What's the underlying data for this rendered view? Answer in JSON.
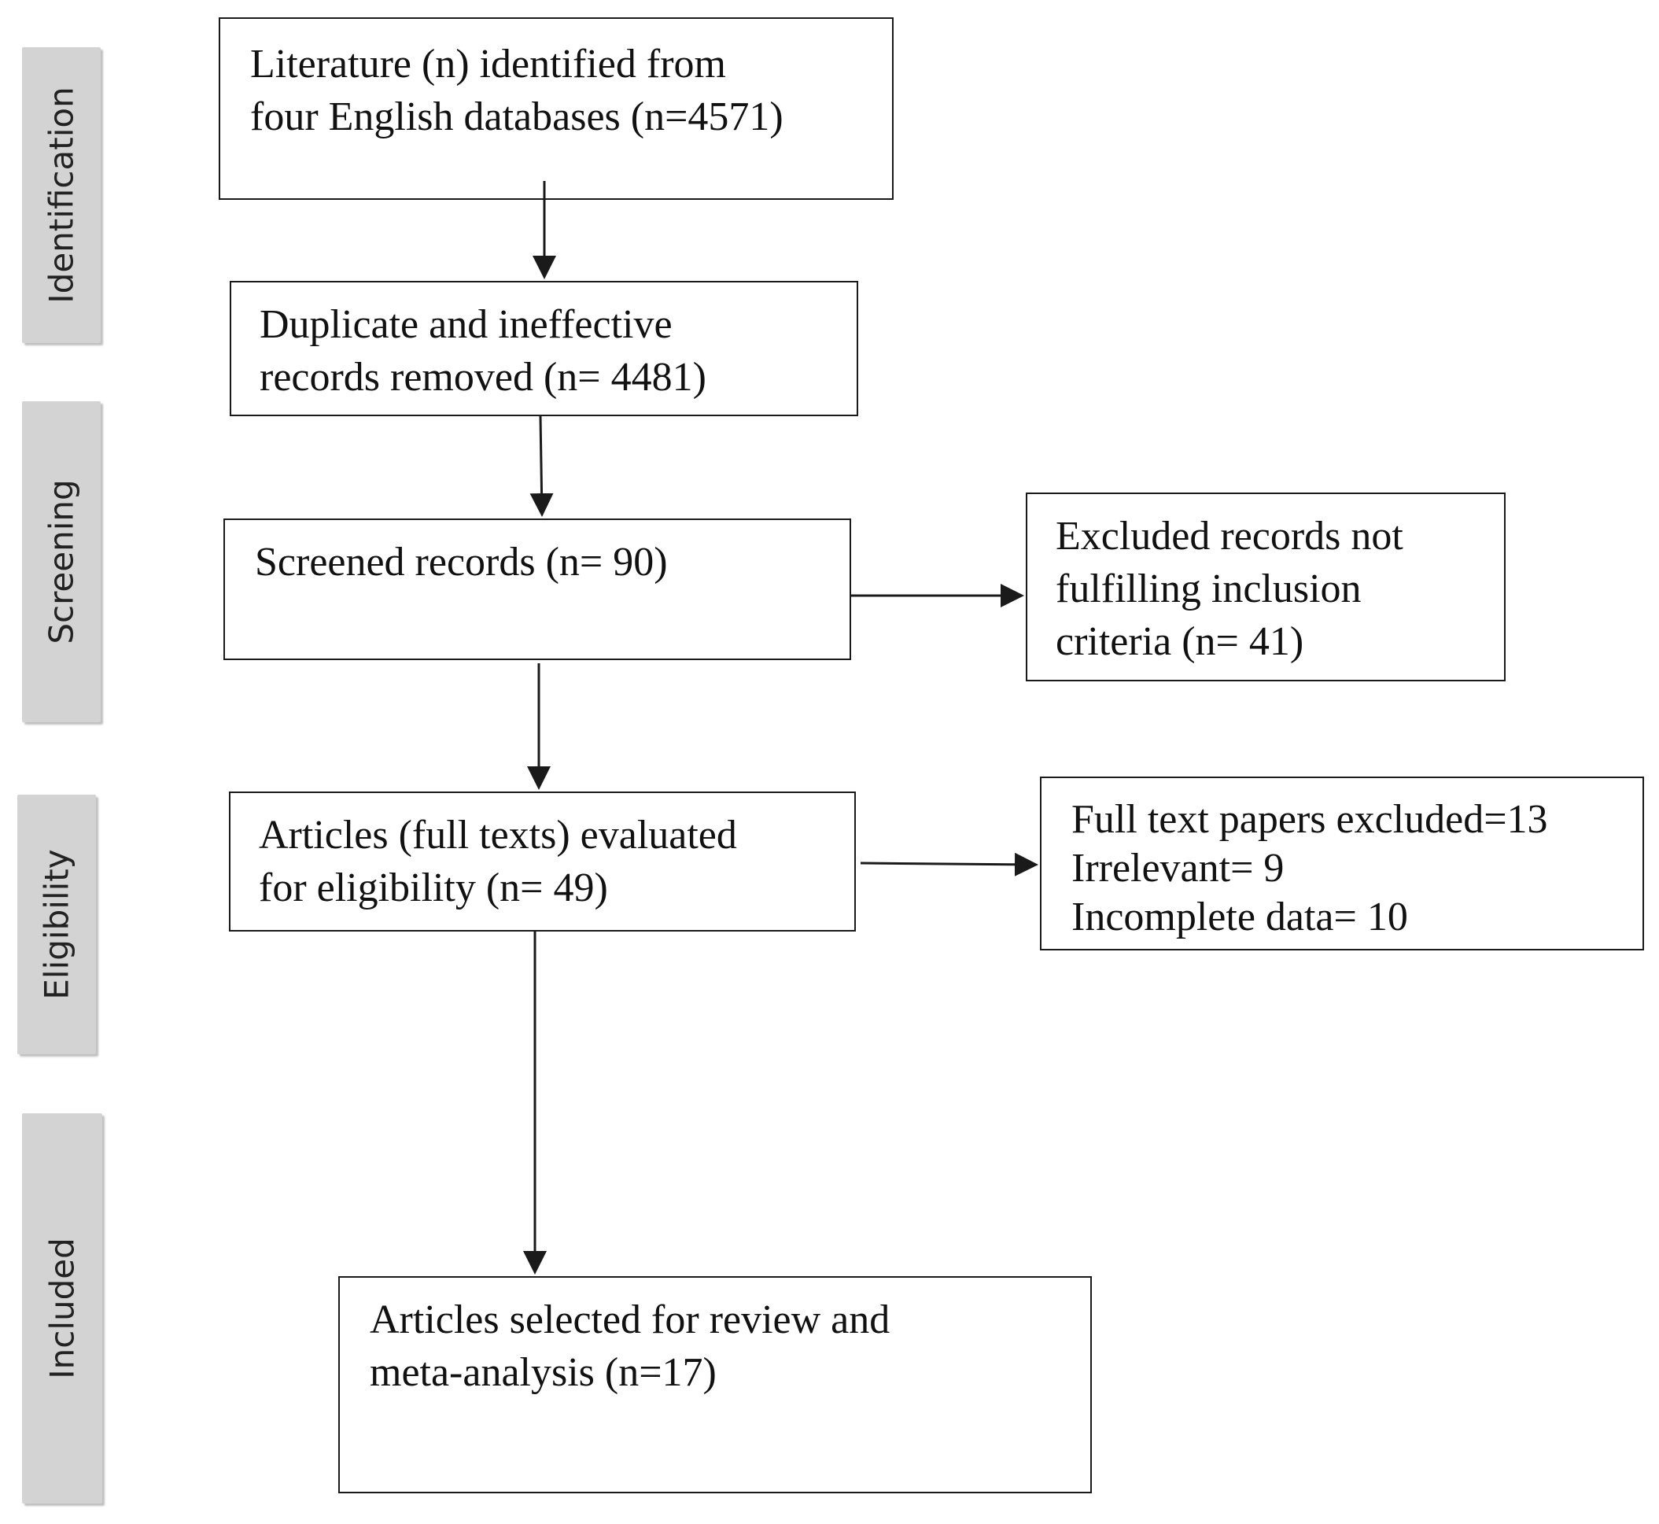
{
  "phases": {
    "identification": "Identification",
    "screening": "Screening",
    "eligibility": "Eligibility",
    "included": "Included"
  },
  "boxes": {
    "identified": {
      "line1": "Literature (n) identified from",
      "line2": "four English databases (n=4571)"
    },
    "removed": {
      "line1": "Duplicate and ineffective",
      "line2": "records removed (n= 4481)"
    },
    "screened": {
      "line1": "Screened records (n= 90)"
    },
    "excluded": {
      "line1": "Excluded records not",
      "line2": "fulfilling inclusion",
      "line3": "criteria (n= 41)"
    },
    "fulltext": {
      "line1": "Articles (full texts) evaluated",
      "line2": "for eligibility (n= 49)"
    },
    "fulltext_excluded": {
      "line1": "Full text papers excluded=13",
      "line2": "Irrelevant= 9",
      "line3": "Incomplete data= 10"
    },
    "selected": {
      "line1": "Articles selected for review and",
      "line2": "meta-analysis (n=17)"
    }
  },
  "colors": {
    "phase_fill": "#d3d3d3",
    "stroke": "#1a1a1a"
  }
}
